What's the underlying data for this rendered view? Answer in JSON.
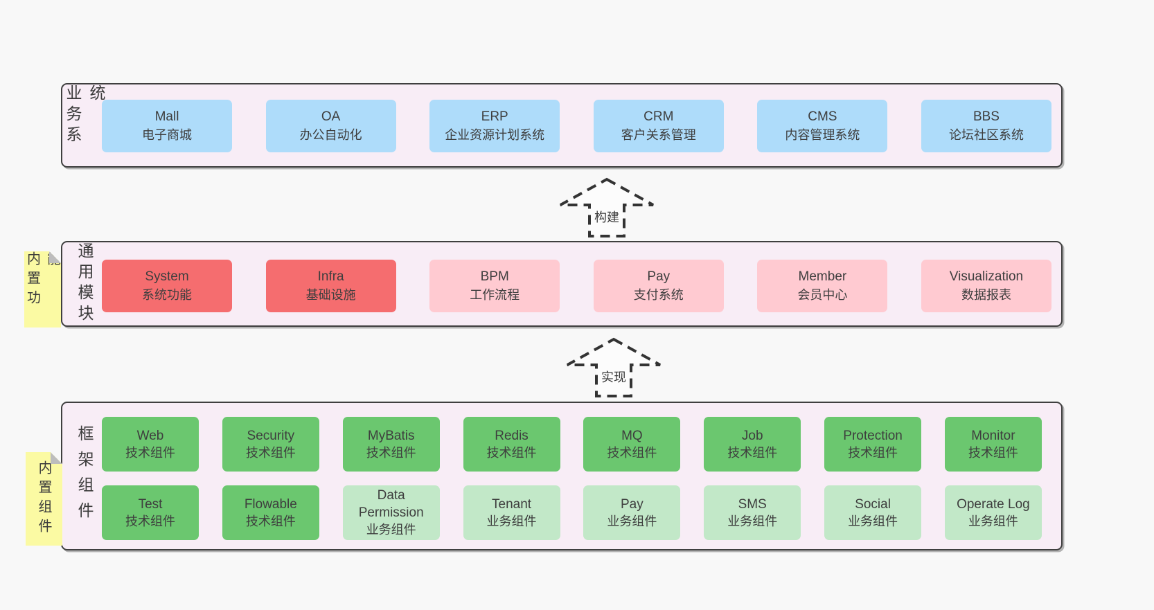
{
  "colors": {
    "page_bg": "#f8f8f8",
    "band_bg": "#f8edf6",
    "band_border": "#3f3f3f",
    "blue_box": "#aedcfa",
    "red_box": "#f56d6f",
    "pink_box": "#ffcad1",
    "green_box": "#6bc76f",
    "light_green_box": "#c2e8c8",
    "sticky_yellow": "#fbfaa3",
    "text": "#3e3e3e"
  },
  "arrows": [
    {
      "label": "构建"
    },
    {
      "label": "实现"
    }
  ],
  "bands": [
    {
      "label": "业务系统",
      "boxes": [
        {
          "title": "Mall",
          "subtitle": "电子商城"
        },
        {
          "title": "OA",
          "subtitle": "办公自动化"
        },
        {
          "title": "ERP",
          "subtitle": "企业资源计划系统"
        },
        {
          "title": "CRM",
          "subtitle": "客户关系管理"
        },
        {
          "title": "CMS",
          "subtitle": "内容管理系统"
        },
        {
          "title": "BBS",
          "subtitle": "论坛社区系统"
        }
      ]
    },
    {
      "label": "通用模块",
      "sticky": "内置功能",
      "boxes": [
        {
          "title": "System",
          "subtitle": "系统功能"
        },
        {
          "title": "Infra",
          "subtitle": "基础设施"
        },
        {
          "title": "BPM",
          "subtitle": "工作流程"
        },
        {
          "title": "Pay",
          "subtitle": "支付系统"
        },
        {
          "title": "Member",
          "subtitle": "会员中心"
        },
        {
          "title": "Visualization",
          "subtitle": "数据报表"
        }
      ]
    },
    {
      "label": "框架组件",
      "sticky": "内置组件",
      "boxes": [
        {
          "title": "Web",
          "subtitle": "技术组件"
        },
        {
          "title": "Security",
          "subtitle": "技术组件"
        },
        {
          "title": "MyBatis",
          "subtitle": "技术组件"
        },
        {
          "title": "Redis",
          "subtitle": "技术组件"
        },
        {
          "title": "MQ",
          "subtitle": "技术组件"
        },
        {
          "title": "Job",
          "subtitle": "技术组件"
        },
        {
          "title": "Protection",
          "subtitle": "技术组件"
        },
        {
          "title": "Monitor",
          "subtitle": "技术组件"
        },
        {
          "title": "Test",
          "subtitle": "技术组件"
        },
        {
          "title": "Flowable",
          "subtitle": "技术组件"
        },
        {
          "title": "Data Permission",
          "subtitle": "业务组件"
        },
        {
          "title": "Tenant",
          "subtitle": "业务组件"
        },
        {
          "title": "Pay",
          "subtitle": "业务组件"
        },
        {
          "title": "SMS",
          "subtitle": "业务组件"
        },
        {
          "title": "Social",
          "subtitle": "业务组件"
        },
        {
          "title": "Operate Log",
          "subtitle": "业务组件"
        }
      ]
    }
  ]
}
